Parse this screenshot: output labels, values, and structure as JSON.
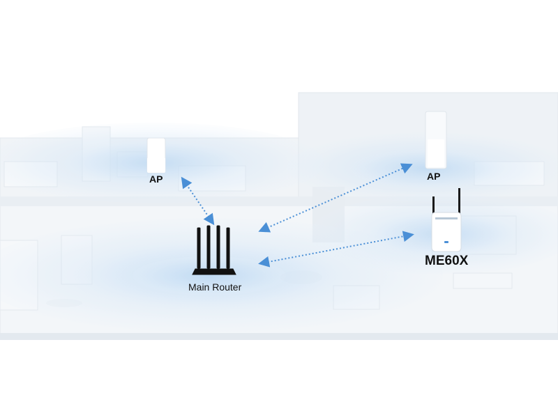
{
  "devices": {
    "ap_left": {
      "label": "AP"
    },
    "ap_right": {
      "label": "AP"
    },
    "main_router": {
      "label": "Main Router"
    },
    "extender": {
      "label": "ME60X"
    }
  },
  "colors": {
    "wifi_zone": "#cfe4f6",
    "link_arrow": "#4a8fd6",
    "router": "#111111",
    "house": "#eef2f6"
  }
}
